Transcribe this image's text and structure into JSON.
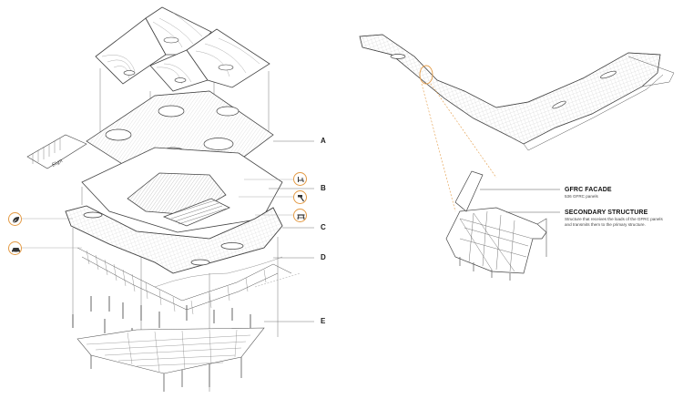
{
  "labels": {
    "a": "A",
    "b": "B",
    "c": "C",
    "d": "D",
    "e": "E"
  },
  "callouts": {
    "facade": {
      "title": "GFRC FACADE",
      "text": "536 GFRC panels"
    },
    "secondary": {
      "title": "SECONDARY STRUCTURE",
      "text_line1": "Structure that receives the loads of the GFRC panels",
      "text_line2": "and transmits them to the primary structure."
    }
  },
  "icons": [
    "chair-icon",
    "hammer-icon",
    "picnic-table-icon",
    "leaf-icon",
    "car-icon"
  ],
  "colors": {
    "line": "#444444",
    "accent": "#e39a44",
    "fill": "#ffffff",
    "hatch": "#9a9a9a"
  }
}
